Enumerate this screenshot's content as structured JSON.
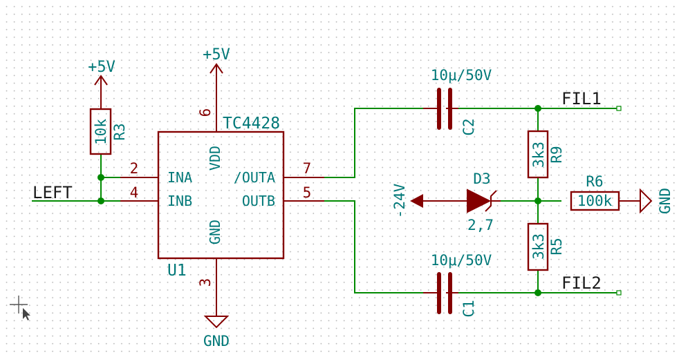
{
  "power": {
    "vcc_r3": "+5V",
    "vcc_u1": "+5V",
    "gnd_u1": "GND",
    "gnd_r6": "GND",
    "neg24": "-24V"
  },
  "nets": {
    "left": "LEFT",
    "fil1": "FIL1",
    "fil2": "FIL2"
  },
  "u1": {
    "ref": "U1",
    "value": "TC4428",
    "pins": {
      "ina": "INA",
      "inb": "INB",
      "outa": "/OUTA",
      "outb": "OUTB",
      "vdd": "VDD",
      "gnd": "GND"
    },
    "pin_numbers": {
      "ina": "2",
      "inb": "4",
      "outa": "7",
      "outb": "5",
      "vdd": "6",
      "gnd": "3"
    }
  },
  "r3": {
    "ref": "R3",
    "value": "10k"
  },
  "r9": {
    "ref": "R9",
    "value": "3k3"
  },
  "r5": {
    "ref": "R5",
    "value": "3k3"
  },
  "r6": {
    "ref": "R6",
    "value": "100k"
  },
  "c2": {
    "ref": "C2",
    "value": "10μ/50V"
  },
  "c1": {
    "ref": "C1",
    "value": "10μ/50V"
  },
  "d3": {
    "ref": "D3",
    "value": "2,7"
  },
  "colors": {
    "wire": "#008a00",
    "component": "#840000",
    "label_teal": "#007878",
    "net_label": "#1a1a1a"
  }
}
